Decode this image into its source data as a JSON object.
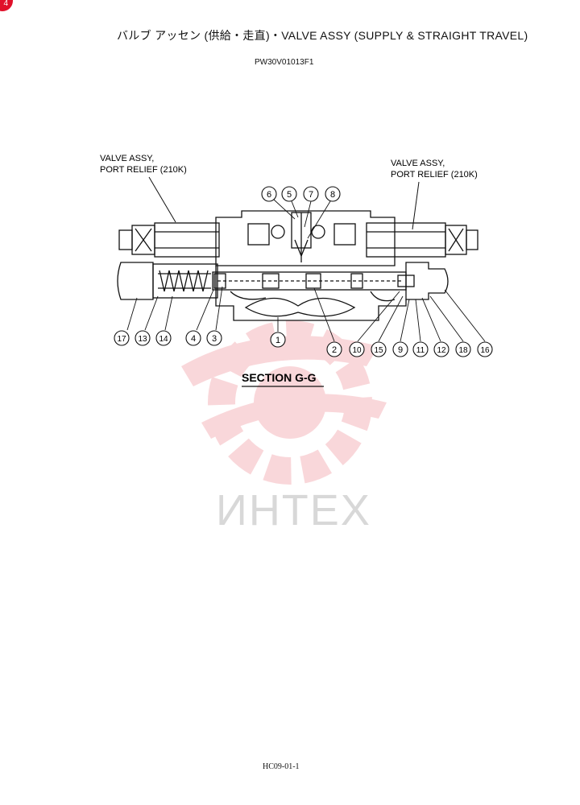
{
  "corner_badge": "4",
  "title": "バルブ アッセン (供給・走直)・VALVE  ASSY (SUPPLY & STRAIGHT TRAVEL)",
  "drawing_number": "PW30V01013F1",
  "callouts": {
    "left_relief": [
      "VALVE ASSY,",
      "PORT RELIEF (210K)"
    ],
    "right_relief": [
      "VALVE ASSY,",
      "PORT RELIEF (210K)"
    ]
  },
  "section_label": "SECTION G-G",
  "top_balloons": [
    "6",
    "5",
    "7",
    "8"
  ],
  "bottom_balloons_left": [
    "17",
    "13",
    "14",
    "4",
    "3",
    "1"
  ],
  "bottom_balloons_right": [
    "2",
    "10",
    "15",
    "9",
    "11",
    "12",
    "18",
    "16"
  ],
  "watermark": {
    "text": "ИНТЕХ",
    "color": "#f5b8bc",
    "text_color": "#d8d8d8"
  },
  "footer_code": "HC09-01-1"
}
